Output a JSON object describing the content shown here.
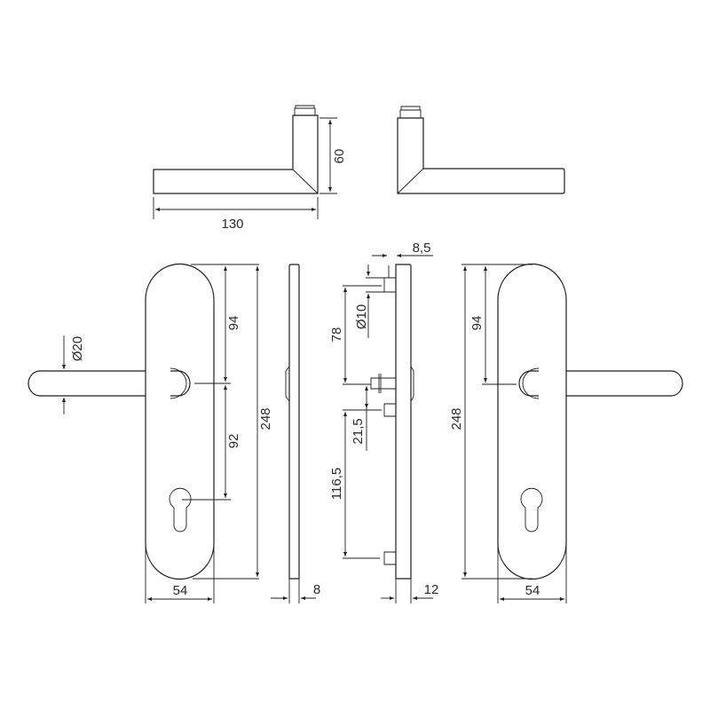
{
  "drawing": {
    "background": "#ffffff",
    "line_color": "#1e1e1e",
    "units": "mm"
  },
  "views": {
    "lever_top_left": {
      "label": "lever-handle-side-view-left",
      "dims": {
        "length": "130",
        "height": "60"
      }
    },
    "lever_top_right": {
      "label": "lever-handle-side-view-right"
    },
    "plate_front_left": {
      "label": "escutcheon-plate-front-left",
      "dims": {
        "lever_diameter": "Ø20",
        "top_to_spindle": "94",
        "spindle_to_cylinder": "92",
        "plate_height": "248",
        "plate_width": "54"
      }
    },
    "plate_side_left": {
      "label": "plate-side-profile-left",
      "dims": {
        "thickness": "8"
      }
    },
    "plate_side_right": {
      "label": "plate-side-profile-right",
      "dims": {
        "offset": "8,5",
        "bolt_diameter": "Ø10",
        "top_bolt_to_spindle": "78",
        "spindle_to_bolt": "21,5",
        "bolt_spacing": "116,5",
        "thickness": "12"
      }
    },
    "plate_front_right": {
      "label": "escutcheon-plate-front-right",
      "dims": {
        "plate_height": "248",
        "top_to_spindle": "94",
        "plate_width": "54"
      }
    }
  }
}
